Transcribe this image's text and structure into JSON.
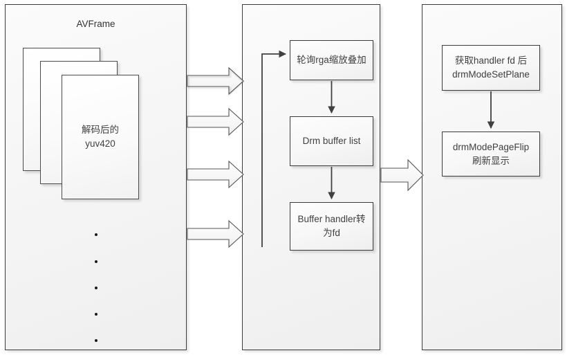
{
  "diagram": {
    "title": "AVFrame decode to DRM display pipeline",
    "columns": [
      {
        "id": "avframe-column",
        "title": "AVFrame",
        "frame_card_label": "解码后的\nyuv420",
        "frame_card_line1": "解码后的",
        "frame_card_line2": "yuv420",
        "stacked_card_count": 3,
        "ellipsis_dot_count": 5
      },
      {
        "id": "rga-drm-column",
        "title": "",
        "nodes": [
          {
            "id": "poll-rga-scale-overlay",
            "label": "轮询rga缩放叠加"
          },
          {
            "id": "drm-buffer-list",
            "label": "Drm buffer list"
          },
          {
            "id": "buffer-handler-to-fd",
            "line1": "Buffer handler转",
            "line2": "为fd"
          }
        ]
      },
      {
        "id": "drm-display-column",
        "title": "",
        "nodes": [
          {
            "id": "get-handler-fd-setplane",
            "line1": "获取handler fd 后",
            "line2": "drmModeSetPlane"
          },
          {
            "id": "drm-mode-page-flip",
            "line1": "drmModePageFlip",
            "line2": "刷新显示"
          }
        ]
      }
    ],
    "connectors": {
      "avframe_to_rga_arrow_count": 4,
      "rga_to_drm_arrow_count": 1,
      "feedback_loop_label": "",
      "internal_arrow_count": 4
    },
    "colors": {
      "stroke": "#3a3a3a",
      "arrow_fill": "#f7f7f7",
      "arrow_stroke": "#555555",
      "line": "#404040",
      "text": "#3f3f3f",
      "page_background": "#ffffff"
    }
  }
}
